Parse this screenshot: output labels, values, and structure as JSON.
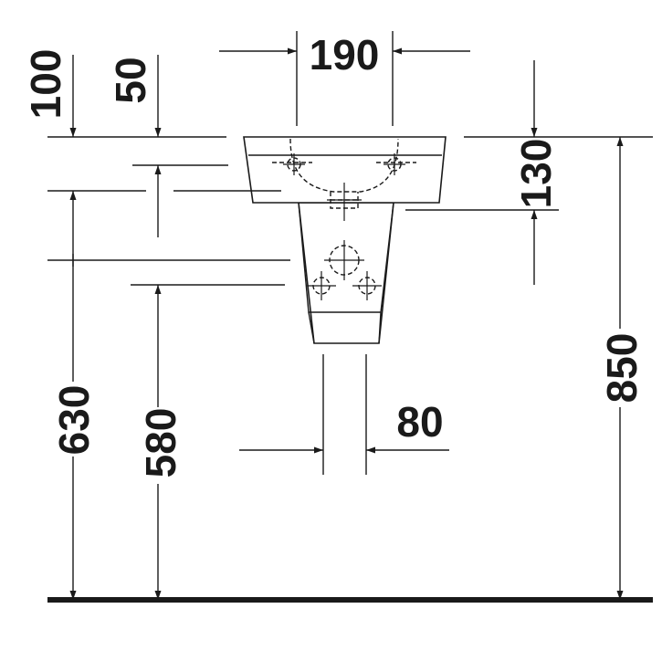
{
  "dimensions": {
    "top_width": "190",
    "left_top_100": "100",
    "left_top_50": "50",
    "right_130": "130",
    "left_630": "630",
    "left_580": "580",
    "right_850": "850",
    "bottom_80": "80"
  },
  "colors": {
    "line": "#1a1a1a",
    "background": "#ffffff"
  }
}
